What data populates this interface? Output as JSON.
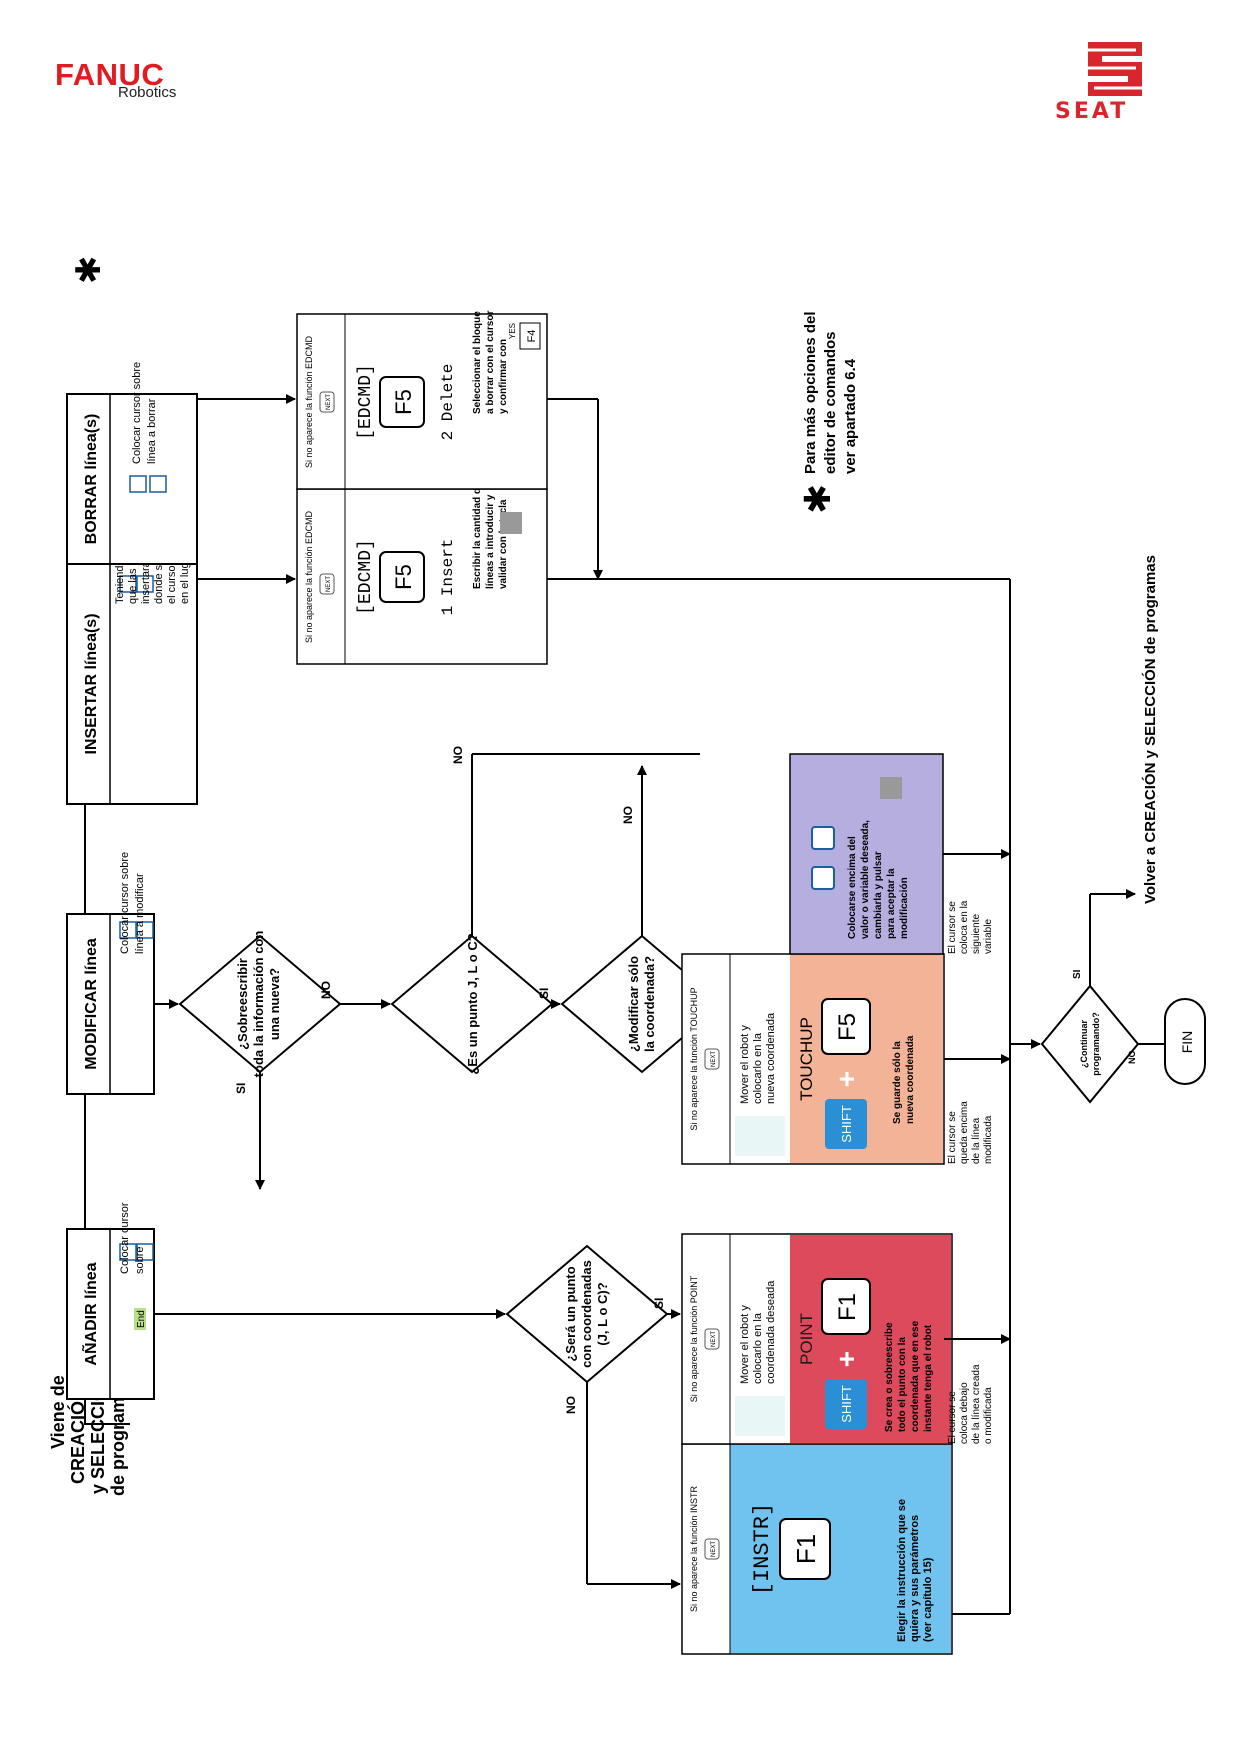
{
  "header": {
    "fanuc_name": "FANUC",
    "fanuc_sub": "Robotics",
    "seat_name": "SEAT",
    "seat_color": "#d9262c",
    "fanuc_color": "#e01b22"
  },
  "start": {
    "lines": [
      "Viene de",
      "CREACIÓN",
      "y SELECCIÓN",
      "de programas"
    ]
  },
  "columns": {
    "anadir": {
      "title": "AÑADIR línea",
      "desc": [
        "Colocar cursor",
        "sobre"
      ],
      "end_key": "End"
    },
    "modificar": {
      "title": "MODIFICAR línea",
      "desc": [
        "Colocar cursor sobre",
        "línea a modificar"
      ]
    },
    "insertar": {
      "title": "INSERTAR línea(s)",
      "desc": [
        "Teniendo en cuenta",
        "que las líneas se",
        "insertarán encima de",
        "donde se encuentre",
        "el cursor, colocar éste",
        "en el lugar adecuado"
      ]
    },
    "borrar": {
      "title": "BORRAR línea(s)",
      "desc": [
        "Colocar cursor sobre",
        "línea a borrar"
      ]
    }
  },
  "decisions": {
    "sobreescribir": [
      "¿Sobreescribir",
      "toda la información con",
      "una nueva?"
    ],
    "punto_jlc": [
      "¿Es un punto J, L o C?"
    ],
    "modificar_coord": [
      "¿Modificar sólo",
      "la coordenada?"
    ],
    "sera_punto": [
      "¿Será un punto",
      "con coordenadas",
      "(J, L o C)?"
    ],
    "continuar": [
      "¿Continuar",
      "programando?"
    ]
  },
  "labels": {
    "si": "SI",
    "no": "NO",
    "next": "NEXT",
    "plus": "+",
    "shift": "SHIFT"
  },
  "panels": {
    "instr": {
      "note": "Si no aparece la función INSTR",
      "fn": "[INSTR]",
      "key": "F1",
      "text": [
        "Elegir la instrucción que se",
        "quiera y sus parámetros",
        "(ver capítulo 15)"
      ],
      "color": "#6fc3ee"
    },
    "point": {
      "note": "Si no aparece la función POINT",
      "move": [
        "Mover el robot y",
        "colocarlo en la",
        "coordenada deseada"
      ],
      "fn": "POINT",
      "key": "F1",
      "text": [
        "Se crea o sobreescribe",
        "todo el punto con la",
        "coordenada que en ese",
        "instante tenga el robot"
      ],
      "color": "#dc4a5c",
      "after": [
        "El cursor se",
        "coloca debajo",
        "de la línea creada",
        "o modificada"
      ]
    },
    "touchup": {
      "note": "Si no aparece la función TOUCHUP",
      "move": [
        "Mover el robot y",
        "colocarlo en la",
        "nueva coordenada"
      ],
      "fn": "TOUCHUP",
      "key": "F5",
      "text": [
        "Se guarde sólo la",
        "nueva coordenada"
      ],
      "color": "#f2b396",
      "after": [
        "El cursor se",
        "queda encima",
        "de la línea",
        "modificada"
      ]
    },
    "modify": {
      "text": [
        "Colocarse encima del",
        "valor o variable deseada,",
        "cambiarla y pulsar",
        "para aceptar la",
        "modificación"
      ],
      "color": "#b7aee0",
      "after": [
        "El cursor se",
        "coloca en la",
        "siguiente",
        "variable"
      ]
    },
    "edcmd_insert": {
      "note": "Si no aparece la función EDCMD",
      "fn": "[EDCMD]",
      "key": "F5",
      "option": "1 Insert",
      "text": [
        "Escribir la cantidad de",
        "líneas a introducir y",
        "validar con la tecla"
      ]
    },
    "edcmd_delete": {
      "note": "Si no aparece la función EDCMD",
      "fn": "[EDCMD]",
      "key": "F5",
      "option": "2 Delete",
      "text": [
        "Seleccionar el bloque",
        "a borrar con el cursor",
        "y confirmar con"
      ],
      "yes": "YES",
      "yes_key": "F4"
    }
  },
  "footnote": {
    "star": "✱",
    "lines": [
      "Para más opciones del",
      "editor de comandos",
      "ver apartado 6.4"
    ]
  },
  "return_label": "Volver a CREACIÓN y SELECCIÓN de programas",
  "end_label": "FIN",
  "shift_color": "#2b8fd6"
}
